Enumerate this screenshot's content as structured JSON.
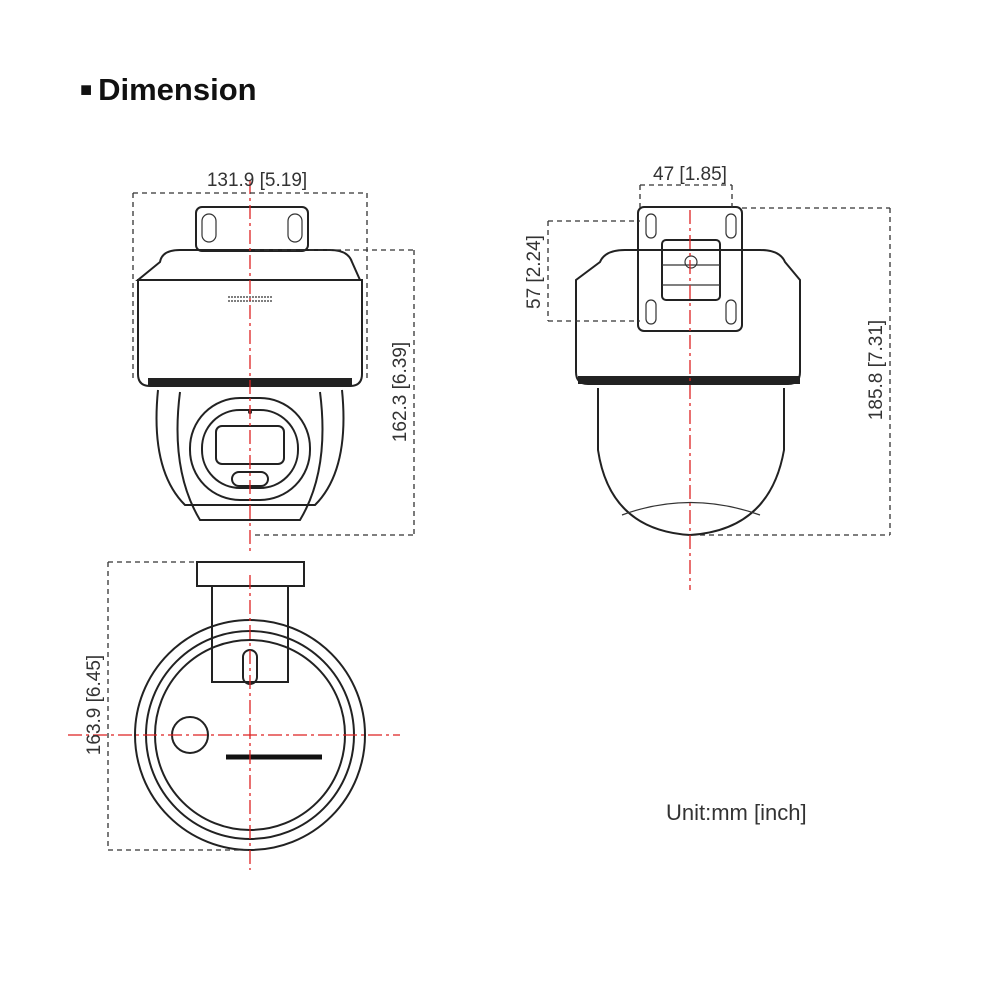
{
  "title": "Dimension",
  "unit_note": "Unit:mm [inch]",
  "dimensions": {
    "front_width": "131.9 [5.19]",
    "front_height": "162.3 [6.39]",
    "side_bracket_width": "47 [1.85]",
    "side_bracket_height": "57 [2.24]",
    "side_height": "185.8 [7.31]",
    "bottom_depth": "163.9 [6.45]"
  },
  "colors": {
    "centerline": "#d22222",
    "outline": "#222222"
  }
}
